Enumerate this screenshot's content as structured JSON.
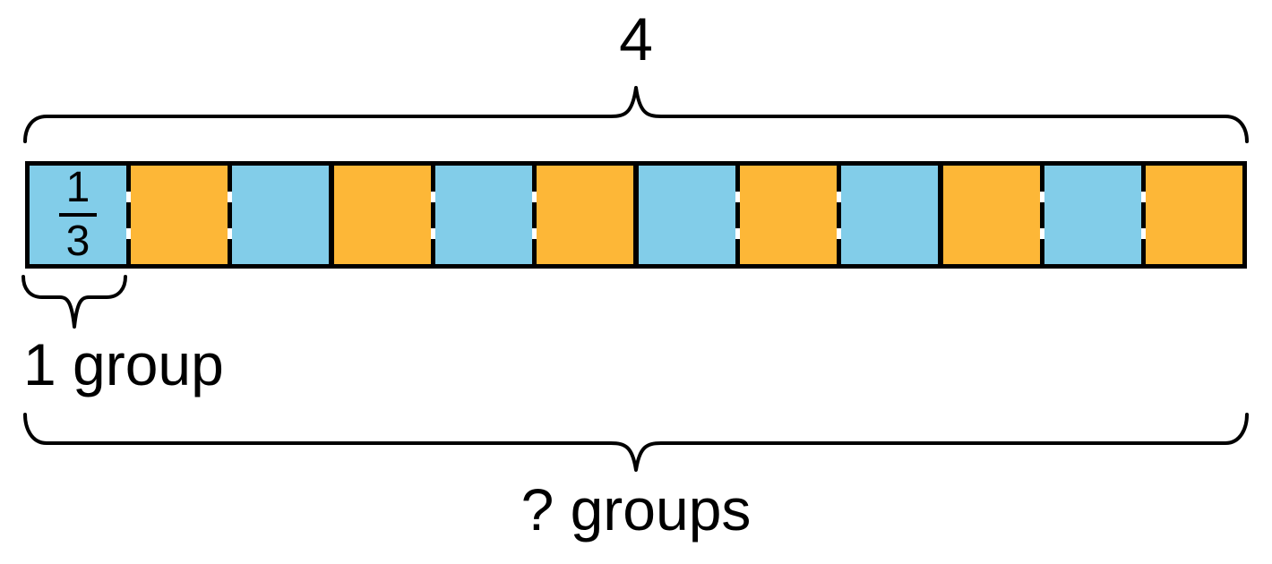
{
  "colors": {
    "blue": "#82CDE9",
    "orange": "#FDB737",
    "stroke": "#000000",
    "background": "#ffffff"
  },
  "labels": {
    "total": "4",
    "one_group": "1 group",
    "unknown_groups": "? groups"
  },
  "fraction": {
    "numerator": "1",
    "denominator": "3"
  },
  "bar": {
    "num_segments": 12,
    "segments": [
      "blue",
      "orange",
      "blue",
      "orange",
      "blue",
      "orange",
      "blue",
      "orange",
      "blue",
      "orange",
      "blue",
      "orange"
    ],
    "dividers": [
      "dashed",
      "dashed",
      "solid",
      "dashed",
      "dashed",
      "solid",
      "dashed",
      "dashed",
      "solid",
      "dashed",
      "dashed"
    ]
  },
  "braces": {
    "top_spans": "whole bar",
    "small_spans": "first segment",
    "bottom_spans": "whole bar"
  }
}
